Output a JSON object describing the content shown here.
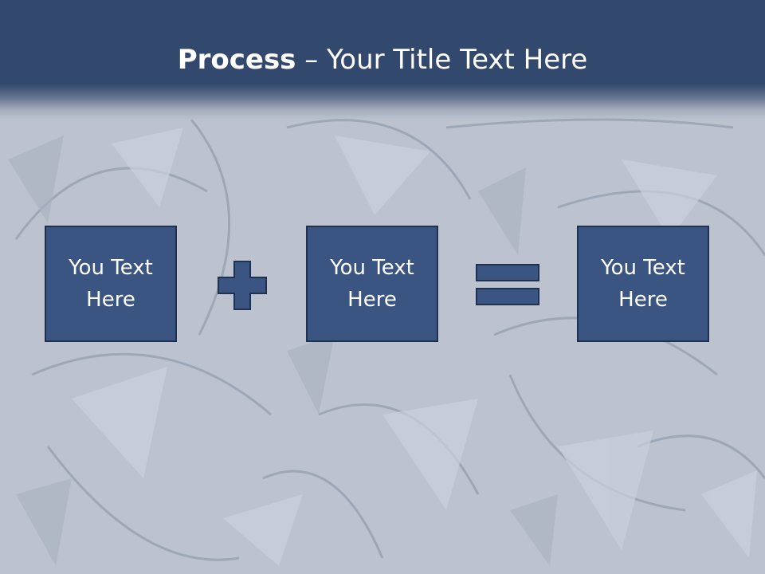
{
  "slide": {
    "title_bold": "Process",
    "title_rest": " – Your Title Text Here",
    "boxes": [
      {
        "label": "You Text Here"
      },
      {
        "label": "You Text Here"
      },
      {
        "label": "You Text Here"
      }
    ],
    "operators": [
      "plus-icon",
      "equals-icon"
    ]
  },
  "colors": {
    "header_band": "#33486d",
    "box_fill": "#3a5582",
    "box_border": "#1f3050",
    "background": "#b9c0cd",
    "text": "#ffffff"
  }
}
